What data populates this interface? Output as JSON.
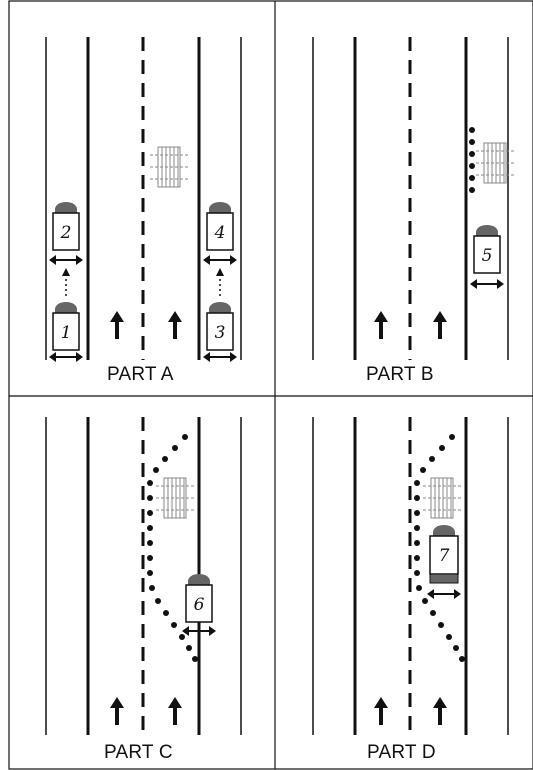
{
  "parts": [
    {
      "label": "PART A"
    },
    {
      "label": "PART B"
    },
    {
      "label": "PART C"
    },
    {
      "label": "PART D"
    }
  ],
  "vehicles": [
    "1",
    "2",
    "3",
    "4",
    "5",
    "6",
    "7"
  ],
  "colors": {
    "ink": "#111111",
    "vehicle_bar": "#666666",
    "barrier": "#888888",
    "background": "#ffffff"
  }
}
